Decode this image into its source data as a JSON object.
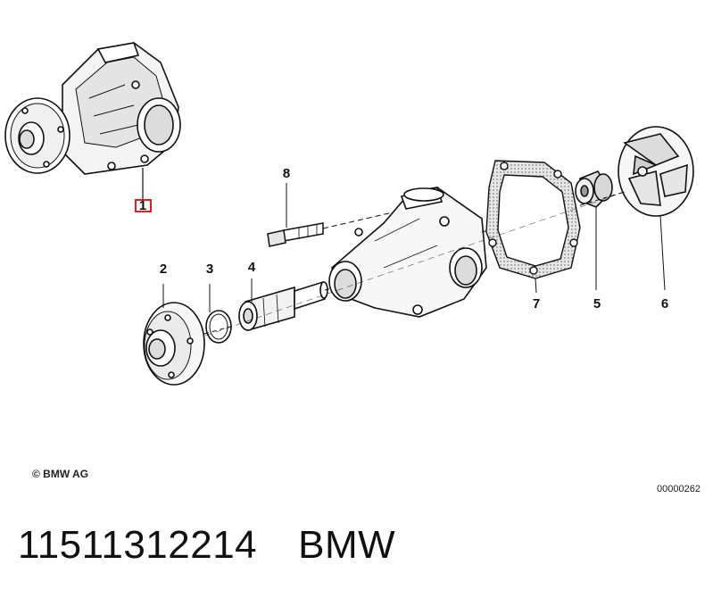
{
  "diagram": {
    "callouts": [
      {
        "id": "1",
        "label": "1",
        "highlighted": true
      },
      {
        "id": "2",
        "label": "2"
      },
      {
        "id": "3",
        "label": "3"
      },
      {
        "id": "4",
        "label": "4"
      },
      {
        "id": "5",
        "label": "5"
      },
      {
        "id": "6",
        "label": "6"
      },
      {
        "id": "7",
        "label": "7"
      },
      {
        "id": "8",
        "label": "8"
      }
    ],
    "highlight_color": "#e02020",
    "line_color": "#111111",
    "shading_color": "#cfcfcf",
    "copyright": "© BMW AG",
    "diagram_number": "00000262"
  },
  "caption": {
    "part_number": "11511312214",
    "brand": "BMW"
  }
}
